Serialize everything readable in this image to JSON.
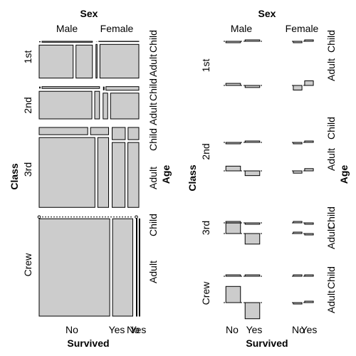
{
  "chart_data": {
    "type": "mosaic",
    "variables": [
      "Class",
      "Sex",
      "Age",
      "Survived"
    ],
    "class_levels": [
      "1st",
      "2nd",
      "3rd",
      "Crew"
    ],
    "sex_levels": [
      "Male",
      "Female"
    ],
    "age_levels": [
      "Child",
      "Adult"
    ],
    "survived_levels": [
      "No",
      "Yes"
    ],
    "counts": {
      "1st": {
        "Male": {
          "Child": {
            "No": 0,
            "Yes": 5
          },
          "Adult": {
            "No": 118,
            "Yes": 57
          }
        },
        "Female": {
          "Child": {
            "No": 0,
            "Yes": 1
          },
          "Adult": {
            "No": 4,
            "Yes": 140
          }
        }
      },
      "2nd": {
        "Male": {
          "Child": {
            "No": 0,
            "Yes": 11
          },
          "Adult": {
            "No": 154,
            "Yes": 14
          }
        },
        "Female": {
          "Child": {
            "No": 0,
            "Yes": 13
          },
          "Adult": {
            "No": 13,
            "Yes": 80
          }
        }
      },
      "3rd": {
        "Male": {
          "Child": {
            "No": 35,
            "Yes": 13
          },
          "Adult": {
            "No": 387,
            "Yes": 75
          }
        },
        "Female": {
          "Child": {
            "No": 17,
            "Yes": 14
          },
          "Adult": {
            "No": 89,
            "Yes": 76
          }
        }
      },
      "Crew": {
        "Male": {
          "Child": {
            "No": 0,
            "Yes": 0
          },
          "Adult": {
            "No": 670,
            "Yes": 192
          }
        },
        "Female": {
          "Child": {
            "No": 0,
            "Yes": 0
          },
          "Adult": {
            "No": 3,
            "Yes": 20
          }
        }
      }
    },
    "left_panel": {
      "type": "mosaic",
      "labels": {
        "top_title": "Sex",
        "sex": [
          "Male",
          "Female"
        ],
        "class_title": "Class",
        "class": [
          "1st",
          "2nd",
          "3rd",
          "Crew"
        ],
        "age_title": "Age",
        "age": [
          "Child",
          "Adult"
        ],
        "bottom_title": "Survived",
        "bottom": [
          "No",
          "Yes",
          "No",
          "Yes"
        ]
      }
    },
    "right_panel": {
      "type": "bar",
      "labels": {
        "top_title": "Sex",
        "sex": [
          "Male",
          "Female"
        ],
        "class_title": "Class",
        "class": [
          "1st",
          "2nd",
          "3rd",
          "Crew"
        ],
        "age_title": "Age",
        "age": [
          "Child",
          "Adult"
        ],
        "bottom_title": "Survived",
        "bottom": [
          "No",
          "Yes",
          "No",
          "Yes"
        ]
      }
    },
    "style": {
      "fill": "#cccccc",
      "stroke": "#000000"
    }
  }
}
